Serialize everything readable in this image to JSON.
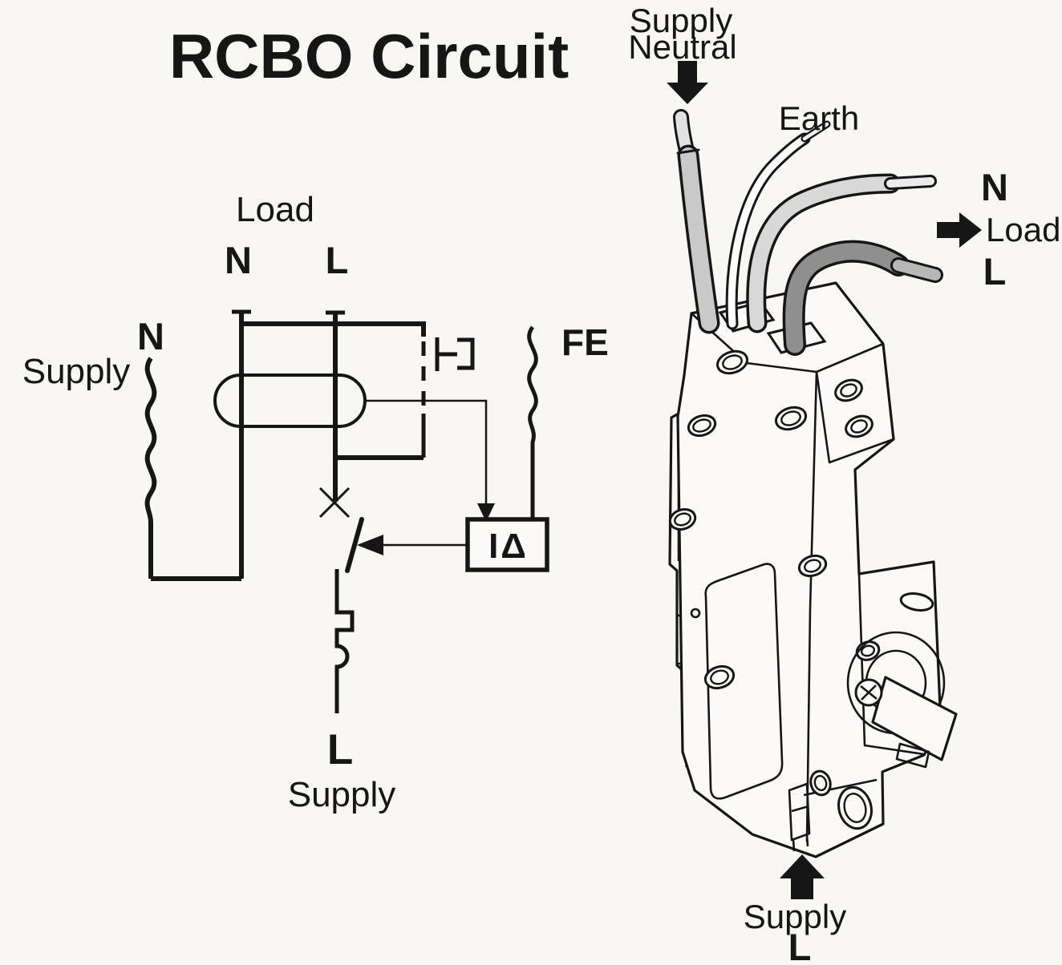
{
  "title": {
    "text": "RCBO Circuit"
  },
  "schematic": {
    "load_section": {
      "label": "Load",
      "neutral_letter": "N",
      "live_letter": "L"
    },
    "supply_neutral": {
      "letter": "N",
      "label": "Supply"
    },
    "functional_earth_label": "FE",
    "trip_coil_label": "IΔ",
    "supply_live": {
      "letter": "L",
      "label": "Supply"
    }
  },
  "device": {
    "supply_neutral_label": {
      "line1": "Supply",
      "line2": "Neutral"
    },
    "earth_label": "Earth",
    "load_side": {
      "neutral_letter": "N",
      "label": "Load",
      "live_letter": "L"
    },
    "supply_live_label": {
      "label": "Supply",
      "letter": "L"
    }
  },
  "colors": {
    "title_red": "#e81c24",
    "ink": "#161616",
    "paper": "#f8f7f4",
    "wire_neutral_core": "#c9c9c9",
    "wire_neutral_tip": "#e2e2e2",
    "wire_earth_core": "#ffffff",
    "wire_load_n_core": "#d8d8d8",
    "wire_load_n_tip": "#ececec",
    "wire_load_l_core": "#8f8f8f",
    "wire_load_l_tip": "#b7b7b7"
  },
  "icons": {
    "supply_neutral_arrow": "down-arrow",
    "load_arrow": "right-arrow",
    "supply_live_arrow": "up-arrow",
    "trip_arrow": "left-arrow",
    "sense_arrow": "down-arrow"
  }
}
